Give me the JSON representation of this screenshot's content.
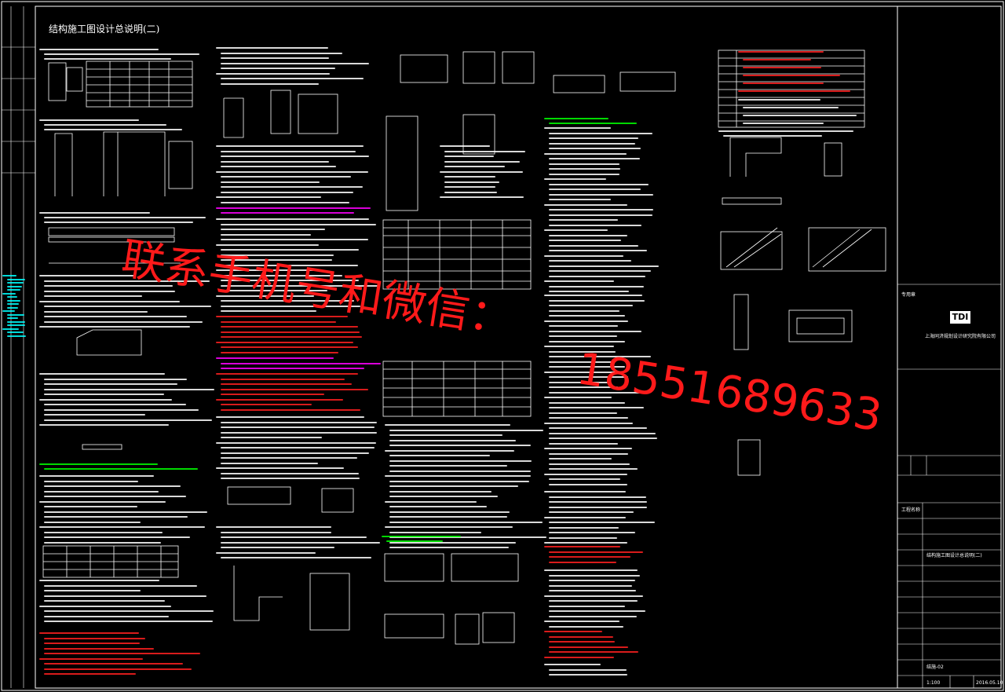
{
  "sheet": {
    "title": "结构施工图设计总说明(二)",
    "company_logo": "TDI",
    "background": "#000000",
    "line_colors": {
      "white": "#ffffff",
      "yellow": "#ffff00",
      "green": "#00ff00",
      "red": "#ff2020",
      "magenta": "#ff00ff",
      "cyan": "#00ffff"
    }
  },
  "watermark": {
    "line1": "联系手机号和微信：",
    "line2": "18551689633",
    "color": "#ff1a1a"
  },
  "title_block": {
    "stamp_label": "专用章",
    "design_unit": "上海同济规划设计研究院有限公司",
    "project_label": "工程名称",
    "drawing_title": "结构施工图设计总说明(二)",
    "drawing_no": "结施-02",
    "scale": "1:100",
    "date": "2016.05.10"
  }
}
